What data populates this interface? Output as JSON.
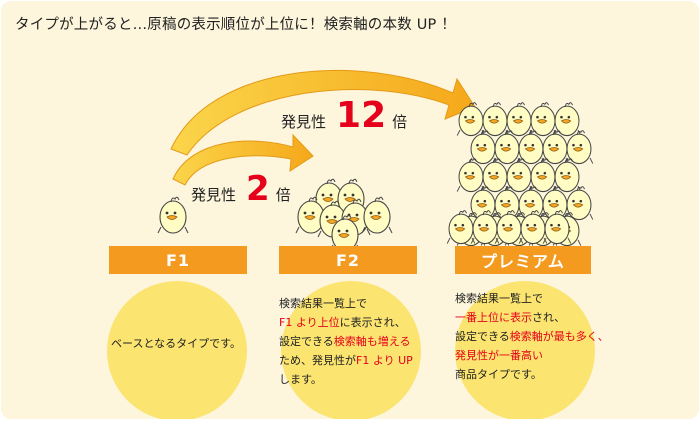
{
  "headline": "タイプが上がると…原稿の表示順位が上位に！検索軸の本数 UP ！",
  "tiers": [
    {
      "label": "F1",
      "description": [
        "ベースとなるタイプです。"
      ]
    },
    {
      "label": "F2",
      "description": [
        "検索結果一覧上で",
        "F1 より上位",
        "に表示され、",
        "設定できる",
        "検索軸も増える",
        "ため、発見性が",
        "F1 より UP",
        "します。"
      ]
    },
    {
      "label": "プレミアム",
      "description": [
        "検索結果一覧上で",
        "一番上位に表示",
        "され、",
        "設定できる",
        "検索軸が最も多く、",
        "発見性が一番高い",
        "商品タイプです。"
      ]
    }
  ],
  "multipliers": [
    {
      "label": "発見性",
      "value": "2",
      "suffix": "倍"
    },
    {
      "label": "発見性",
      "value": "12",
      "suffix": "倍"
    }
  ],
  "chick_counts": [
    1,
    7,
    30
  ],
  "colors": {
    "background": "#fdf6dd",
    "tier_bar": "#f39a1f",
    "circle": "#fbe470",
    "emphasis": "#e5001b",
    "arrow": "#f6bc15",
    "chick_body": "#fffcc4",
    "chick_beak": "#f5a623"
  }
}
